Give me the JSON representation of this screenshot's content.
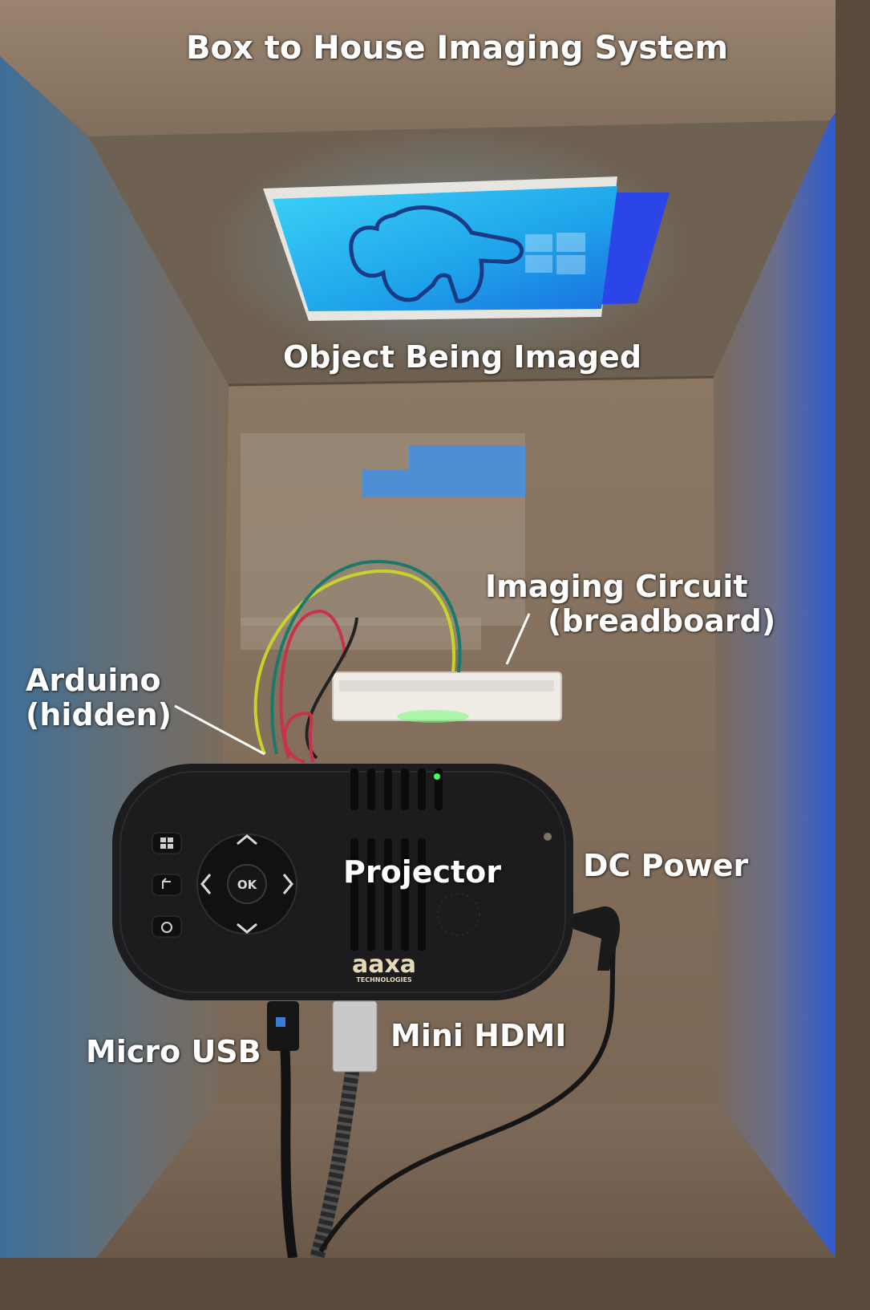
{
  "title": "Box to House Imaging System",
  "annotations": {
    "object": "Object Being Imaged",
    "circuit_line1": "Imaging Circuit",
    "circuit_line2": "(breadboard)",
    "arduino_line1": "Arduino",
    "arduino_line2": "(hidden)",
    "projector": "Projector",
    "dc_power": "DC Power",
    "micro_usb": "Micro USB",
    "mini_hdmi": "Mini HDMI"
  },
  "device": {
    "brand": "aaxa",
    "brand_sub": "TECHNOLOGIES",
    "ok_key": "OK"
  },
  "colors": {
    "cardboard": "#8a7562",
    "cardboard_dark": "#4e4036",
    "projected_blue": "#27b8f0",
    "projector_body": "#1c1c1e",
    "label_text": "#ffffff"
  }
}
